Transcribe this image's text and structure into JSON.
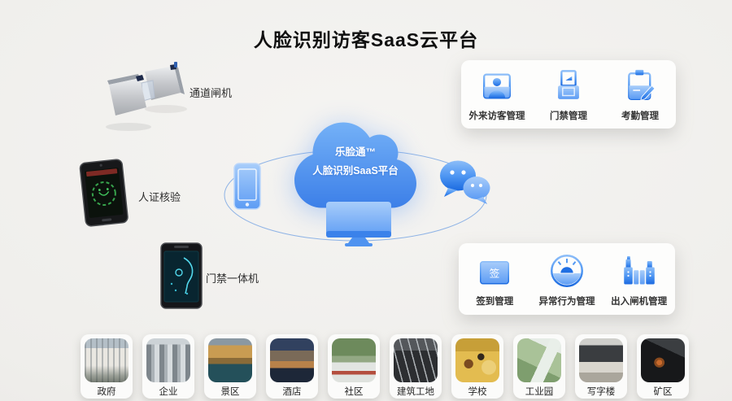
{
  "title": "人脸识别访客SaaS云平台",
  "cloud": {
    "brand": "乐脸通™",
    "platform": "人脸识别SaaS平台"
  },
  "devices": [
    {
      "label": "通道闸机"
    },
    {
      "label": "人证核验"
    },
    {
      "label": "门禁一体机"
    }
  ],
  "management_top": {
    "items": [
      {
        "label": "外来访客管理",
        "icon": "visitor-badge-icon"
      },
      {
        "label": "门禁管理",
        "icon": "door-access-icon"
      },
      {
        "label": "考勤管理",
        "icon": "attendance-clipboard-icon"
      }
    ]
  },
  "management_bottom": {
    "items": [
      {
        "label": "签到管理",
        "icon": "checkin-calendar-icon",
        "glyph": "签"
      },
      {
        "label": "异常行为管理",
        "icon": "alarm-icon"
      },
      {
        "label": "出入闸机管理",
        "icon": "gate-machine-icon"
      }
    ]
  },
  "scenarios": [
    {
      "label": "政府"
    },
    {
      "label": "企业"
    },
    {
      "label": "景区"
    },
    {
      "label": "酒店"
    },
    {
      "label": "社区"
    },
    {
      "label": "建筑工地"
    },
    {
      "label": "学校"
    },
    {
      "label": "工业园"
    },
    {
      "label": "写字楼"
    },
    {
      "label": "矿区"
    }
  ],
  "colors": {
    "primary_blue": "#3f85ee",
    "cloud_top": "#74b1f7",
    "cloud_bottom": "#3c7fe8",
    "background": "#efeeeb",
    "panel": "#fdfdfc",
    "label_text": "#333333",
    "orbit_line": "#7da8e4"
  }
}
